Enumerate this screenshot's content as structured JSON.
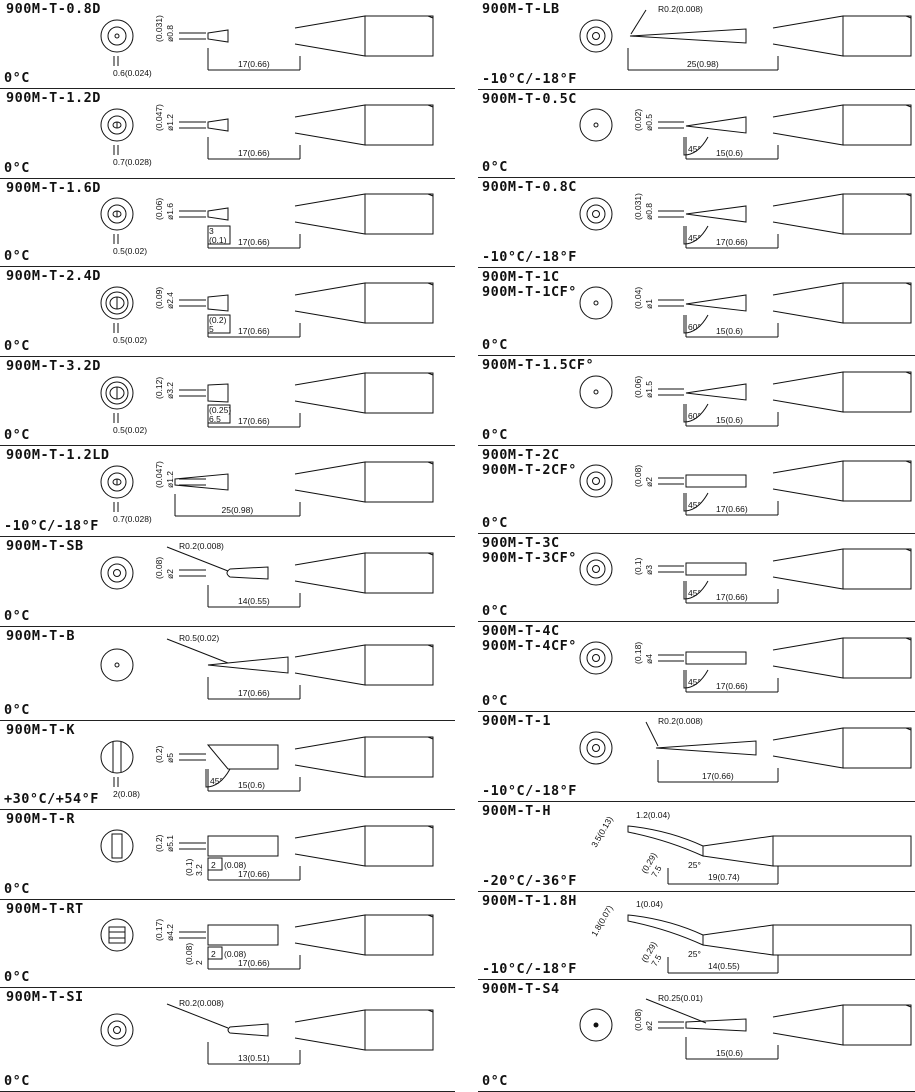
{
  "left": [
    {
      "name": "900M-T-0.8D",
      "temp": "0°C",
      "face": "hole",
      "dia_top": "(0.031)",
      "dia_bot": "ø0.8",
      "side": "0.6(0.024)",
      "len": "17(0.66)",
      "shape": "d"
    },
    {
      "name": "900M-T-1.2D",
      "temp": "0°C",
      "face": "slot",
      "dia_top": "(0.047)",
      "dia_bot": "ø1.2",
      "side": "0.7(0.028)",
      "len": "17(0.66)",
      "shape": "d"
    },
    {
      "name": "900M-T-1.6D",
      "temp": "0°C",
      "face": "slot",
      "dia_top": "(0.06)",
      "dia_bot": "ø1.6",
      "side": "0.5(0.02)",
      "len": "17(0.66)",
      "sub1": "3",
      "sub2": "(0.1)",
      "shape": "d"
    },
    {
      "name": "900M-T-2.4D",
      "temp": "0°C",
      "face": "slotbig",
      "dia_top": "(0.09)",
      "dia_bot": "ø2.4",
      "side": "0.5(0.02)",
      "len": "17(0.66)",
      "sub1": "(0.2)",
      "sub2": "5",
      "shape": "d2"
    },
    {
      "name": "900M-T-3.2D",
      "temp": "0°C",
      "face": "slotbig",
      "dia_top": "(0.12)",
      "dia_bot": "ø3.2",
      "side": "0.5(0.02)",
      "len": "17(0.66)",
      "sub1": "(0.25)",
      "sub2": "6.5",
      "shape": "d3"
    },
    {
      "name": "900M-T-1.2LD",
      "temp": "-10°C/-18°F",
      "face": "slot",
      "dia_top": "(0.047)",
      "dia_bot": "ø1.2",
      "side": "0.7(0.028)",
      "len": "25(0.98)",
      "shape": "ld"
    },
    {
      "name": "900M-T-SB",
      "temp": "0°C",
      "face": "ring",
      "dia_top": "(0.08)",
      "dia_bot": "ø2",
      "radius": "R0.2(0.008)",
      "len": "14(0.55)",
      "shape": "sb"
    },
    {
      "name": "900M-T-B",
      "temp": "0°C",
      "face": "dot",
      "radius": "R0.5(0.02)",
      "len": "17(0.66)",
      "shape": "b"
    },
    {
      "name": "900M-T-K",
      "temp": "+30°C/+54°F",
      "face": "knife",
      "dia_top": "(0.2)",
      "dia_bot": "ø5",
      "side": "2(0.08)",
      "angle": "45°",
      "len": "15(0.6)",
      "shape": "k"
    },
    {
      "name": "900M-T-R",
      "temp": "0°C",
      "face": "bar",
      "dia_top": "(0.2)",
      "dia_bot": "ø5.1",
      "sub1": "(0.1)",
      "sub2": "3.2",
      "sub3": "2",
      "sub4": "(0.08)",
      "len": "17(0.66)",
      "shape": "r"
    },
    {
      "name": "900M-T-RT",
      "temp": "0°C",
      "face": "square",
      "dia_top": "(0.17)",
      "dia_bot": "ø4.2",
      "sub1": "(0.08)",
      "sub2": "2",
      "sub3": "2",
      "sub4": "(0.08)",
      "len": "17(0.66)",
      "shape": "r"
    },
    {
      "name": "900M-T-SI",
      "temp": "0°C",
      "face": "ring",
      "radius": "R0.2(0.008)",
      "len": "13(0.51)",
      "shape": "si"
    }
  ],
  "right": [
    {
      "name": "900M-T-LB",
      "temp": "-10°C/-18°F",
      "face": "ring",
      "radius": "R0.2(0.008)",
      "len": "25(0.98)",
      "shape": "lb"
    },
    {
      "name": "900M-T-0.5C",
      "temp": "0°C",
      "face": "dot",
      "dia_top": "(0.02)",
      "dia_bot": "ø0.5",
      "angle": "45°",
      "len": "15(0.6)",
      "shape": "c"
    },
    {
      "name": "900M-T-0.8C",
      "temp": "-10°C/-18°F",
      "face": "ring",
      "dia_top": "(0.031)",
      "dia_bot": "ø0.8",
      "angle": "45°",
      "len": "17(0.66)",
      "shape": "c2"
    },
    {
      "name": "900M-T-1C\n900M-T-1CF°",
      "temp": "0°C",
      "face": "dot",
      "dia_top": "(0.04)",
      "dia_bot": "ø1",
      "angle": "60°",
      "len": "15(0.6)",
      "shape": "c"
    },
    {
      "name": "900M-T-1.5CF°",
      "temp": "0°C",
      "face": "dot",
      "dia_top": "(0.06)",
      "dia_bot": "ø1.5",
      "angle": "60°",
      "len": "15(0.6)",
      "shape": "c"
    },
    {
      "name": "900M-T-2C\n900M-T-2CF°",
      "temp": "0°C",
      "face": "ring",
      "dia_top": "(0.08)",
      "dia_bot": "ø2",
      "angle": "45°",
      "len": "17(0.66)",
      "shape": "cb"
    },
    {
      "name": "900M-T-3C\n900M-T-3CF°",
      "temp": "0°C",
      "face": "ring",
      "dia_top": "(0.1)",
      "dia_bot": "ø3",
      "angle": "45°",
      "len": "17(0.66)",
      "shape": "cb"
    },
    {
      "name": "900M-T-4C\n900M-T-4CF°",
      "temp": "0°C",
      "face": "ring",
      "dia_top": "(0.18)",
      "dia_bot": "ø4",
      "angle": "45°",
      "len": "17(0.66)",
      "shape": "cb"
    },
    {
      "name": "900M-T-1",
      "temp": "-10°C/-18°F",
      "face": "ring",
      "radius": "R0.2(0.008)",
      "len": "17(0.66)",
      "shape": "one"
    },
    {
      "name": "900M-T-H",
      "temp": "-20°C/-36°F",
      "face": "none",
      "side": "1.2(0.04)",
      "dia_top": "3.5(0.13)",
      "sub1": "(0.29)",
      "sub2": "7.5",
      "angle": "25°",
      "len": "19(0.74)",
      "shape": "h"
    },
    {
      "name": "900M-T-1.8H",
      "temp": "-10°C/-18°F",
      "face": "none",
      "side": "1(0.04)",
      "dia_top": "1.8(0.07)",
      "sub1": "(0.29)",
      "sub2": "7.5",
      "angle": "25°",
      "len": "14(0.55)",
      "shape": "h"
    },
    {
      "name": "900M-T-S4",
      "temp": "0°C",
      "face": "dotfill",
      "dia_top": "(0.08)",
      "dia_bot": "ø2",
      "radius": "R0.25(0.01)",
      "len": "15(0.6)",
      "shape": "s4"
    }
  ]
}
